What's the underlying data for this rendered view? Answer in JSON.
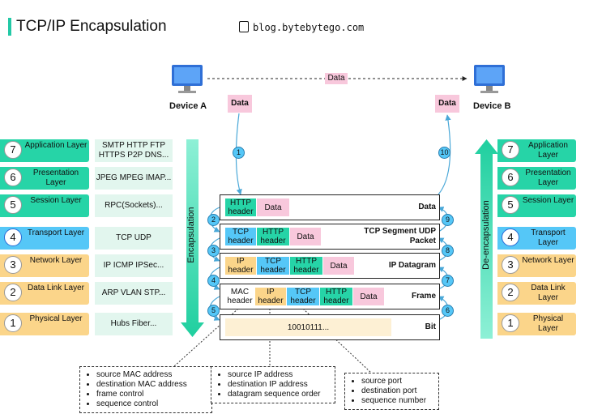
{
  "header": {
    "title": "TCP/IP Encapsulation",
    "blog": "blog.bytebytego.com"
  },
  "devices": {
    "a": "Device A",
    "b": "Device B",
    "data_label": "Data",
    "data_a": "Data",
    "data_b": "Data"
  },
  "labels": {
    "encap": "Encapsulation",
    "decap": "De-encapsulation"
  },
  "layers": [
    {
      "num": "7",
      "name": "Application Layer",
      "protocols": "SMTP HTTP FTP HTTPS P2P DNS..."
    },
    {
      "num": "6",
      "name": "Presentation Layer",
      "protocols": "JPEG MPEG IMAP..."
    },
    {
      "num": "5",
      "name": "Session Layer",
      "protocols": "RPC(Sockets)..."
    },
    {
      "num": "4",
      "name": "Transport Layer",
      "protocols": "TCP UDP"
    },
    {
      "num": "3",
      "name": "Network Layer",
      "protocols": "IP ICMP IPSec..."
    },
    {
      "num": "2",
      "name": "Data Link Layer",
      "protocols": "ARP VLAN STP..."
    },
    {
      "num": "1",
      "name": "Physical Layer",
      "protocols": "Hubs Fiber..."
    }
  ],
  "rows": [
    {
      "name": "Data",
      "segs": [
        "HTTP header",
        "Data"
      ]
    },
    {
      "name": "TCP Segment UDP Packet",
      "segs": [
        "TCP header",
        "HTTP header",
        "Data"
      ]
    },
    {
      "name": "IP Datagram",
      "segs": [
        "IP header",
        "TCP header",
        "HTTP header",
        "Data"
      ]
    },
    {
      "name": "Frame",
      "segs": [
        "MAC header",
        "IP header",
        "TCP header",
        "HTTP header",
        "Data"
      ]
    },
    {
      "name": "Bit",
      "segs": [
        "10010111..."
      ]
    }
  ],
  "steps": [
    "1",
    "2",
    "3",
    "4",
    "5",
    "6",
    "7",
    "8",
    "9",
    "10"
  ],
  "notes": {
    "mac": [
      "source MAC address",
      "destination MAC address",
      "frame control",
      "sequence control"
    ],
    "ip": [
      "source IP address",
      "destination IP address",
      "datagram sequence order"
    ],
    "tcp": [
      "source port",
      "destination port",
      "sequence number"
    ]
  },
  "colors": {
    "application": "#26d4a7",
    "transport": "#55c7f7",
    "network": "#fbd58a",
    "data": "#f8c8dc",
    "accent": "#23c9a6"
  }
}
